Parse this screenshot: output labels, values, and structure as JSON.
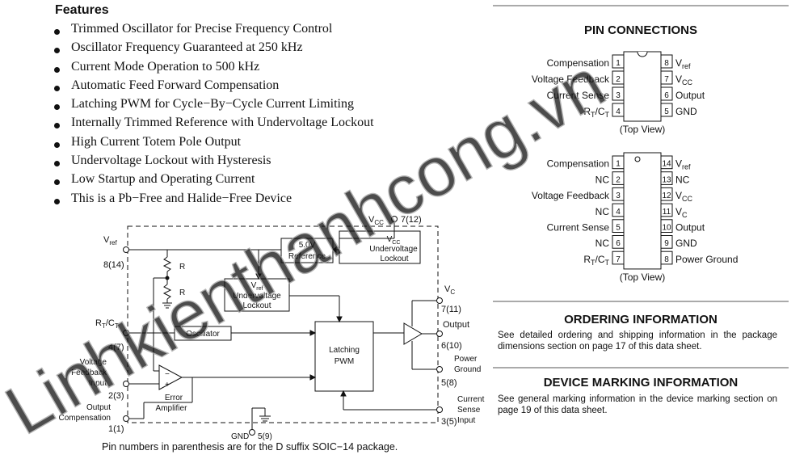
{
  "features": {
    "title": "Features",
    "items": [
      "Trimmed Oscillator for Precise Frequency Control",
      "Oscillator Frequency Guaranteed at 250 kHz",
      "Current Mode Operation to 500 kHz",
      "Automatic Feed Forward Compensation",
      "Latching PWM for Cycle−By−Cycle Current Limiting",
      "Internally Trimmed Reference with Undervoltage Lockout",
      "High Current Totem Pole Output",
      "Undervoltage Lockout with Hysteresis",
      "Low Startup and Operating Current",
      "This is a Pb−Free and Halide−Free Device"
    ]
  },
  "pin_connections": {
    "title": "PIN CONNECTIONS",
    "top_view": "(Top View)",
    "dip8_left": [
      {
        "label": "Compensation",
        "num": "1"
      },
      {
        "label": "Voltage Feedback",
        "num": "2"
      },
      {
        "label": "Current Sense",
        "num": "3"
      },
      {
        "label": "RT/CT",
        "num": "4"
      }
    ],
    "dip8_right": [
      {
        "num": "8",
        "label": "Vref"
      },
      {
        "num": "7",
        "label": "VCC"
      },
      {
        "num": "6",
        "label": "Output"
      },
      {
        "num": "5",
        "label": "GND"
      }
    ],
    "soic14_left": [
      {
        "label": "Compensation",
        "num": "1"
      },
      {
        "label": "NC",
        "num": "2"
      },
      {
        "label": "Voltage Feedback",
        "num": "3"
      },
      {
        "label": "NC",
        "num": "4"
      },
      {
        "label": "Current Sense",
        "num": "5"
      },
      {
        "label": "NC",
        "num": "6"
      },
      {
        "label": "RT/CT",
        "num": "7"
      }
    ],
    "soic14_right": [
      {
        "num": "14",
        "label": "Vref"
      },
      {
        "num": "13",
        "label": "NC"
      },
      {
        "num": "12",
        "label": "VCC"
      },
      {
        "num": "11",
        "label": "VC"
      },
      {
        "num": "10",
        "label": "Output"
      },
      {
        "num": "9",
        "label": "GND"
      },
      {
        "num": "8",
        "label": "Power Ground"
      }
    ]
  },
  "ordering": {
    "title": "ORDERING INFORMATION",
    "text": "See detailed ordering and shipping information in the package dimensions section on page 17 of this data sheet."
  },
  "marking": {
    "title": "DEVICE MARKING INFORMATION",
    "text": "See general marking information in the device marking section on page 19 of this data sheet."
  },
  "block_diagram": {
    "vcc_pin": "7(12)",
    "vref_pin": "8(14)",
    "rtct_pin": "4(7)",
    "vfb_label": [
      "Voltage",
      "Feedback",
      "Input"
    ],
    "vfb_pin": "2(3)",
    "comp_label": [
      "Output",
      "Compensation"
    ],
    "comp_pin": "1(1)",
    "gnd_label": "GND",
    "gnd_pin": "5(9)",
    "vc_pin": "7(11)",
    "output_label": "Output",
    "output_pin": "6(10)",
    "power_ground_label": [
      "Power",
      "Ground"
    ],
    "pg_pin": "5(8)",
    "current_sense_label": [
      "Current",
      "Sense",
      "Input"
    ],
    "cs_pin": "3(5)",
    "reference_label": [
      "5.0V",
      "Reference"
    ],
    "vcc_uvlo_label": "Lockout",
    "undervoltage": "Undervoltage",
    "vref_uvlo_label": "Lockout",
    "oscillator_label": "Oscillator",
    "pwm_label": [
      "Latching",
      "PWM"
    ],
    "error_amp_label": [
      "Error",
      "Amplifier"
    ],
    "resistor_label": "R",
    "caption": "Pin numbers in parenthesis are for the D suffix SOIC−14 package."
  },
  "watermark": "Linhkienthanhcong.vn"
}
